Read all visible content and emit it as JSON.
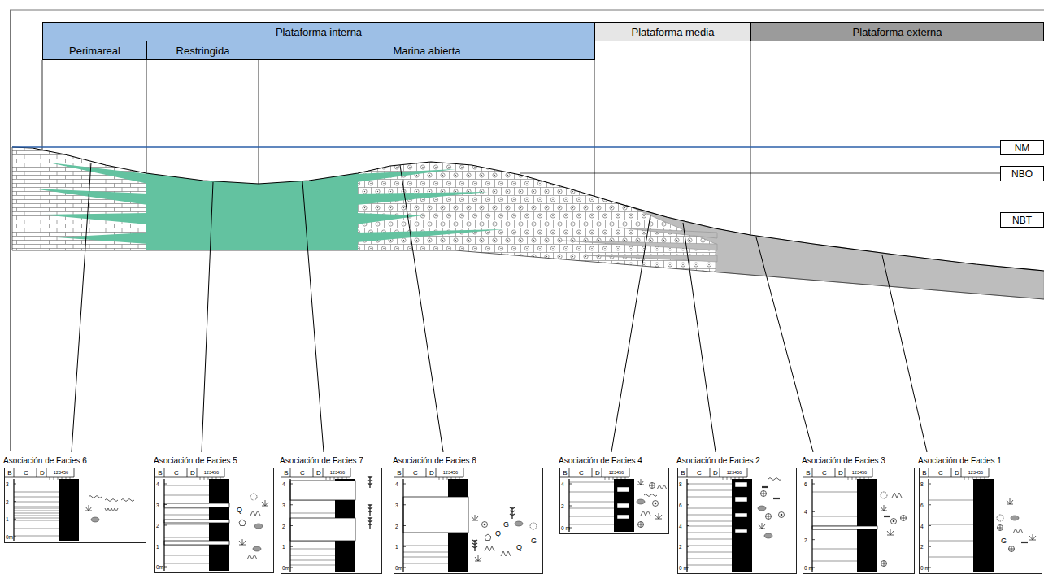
{
  "diagram": {
    "nodes": [
      {
        "text": [
          "Plataforma interna"
        ]
      },
      {
        "text": [
          "Perimareal"
        ]
      },
      {
        "text": [
          "Restringida"
        ]
      },
      {
        "text": [
          "Marina abierta"
        ]
      },
      {
        "text": [
          "Plataforma media"
        ]
      },
      {
        "text": [
          "Plataforma externa"
        ]
      },
      {
        "text": [
          "NM"
        ]
      },
      {
        "text": [
          "NBO"
        ]
      },
      {
        "text": [
          "NBT"
        ]
      },
      {
        "text": [
          "Asociación de Facies 6",
          "B",
          "C",
          "D",
          "123456",
          "3",
          "2",
          "1",
          "0m"
        ]
      },
      {
        "text": [
          "Asociación de Facies 5",
          "B",
          "C",
          "D",
          "123456",
          "4",
          "3",
          "2",
          "1",
          "0m",
          "Q"
        ]
      },
      {
        "text": [
          "Asociación de Facies 7",
          "B",
          "C",
          "D",
          "123456",
          "4",
          "3",
          "2",
          "1",
          "0m"
        ]
      },
      {
        "text": [
          "Asociación de Facies 8",
          "B",
          "C",
          "D",
          "123456",
          "4",
          "3",
          "2",
          "1",
          "0m",
          "G",
          "Q",
          "G",
          "Q"
        ]
      },
      {
        "text": [
          "Asociación de Facies 4",
          "B",
          "C",
          "D",
          "123456",
          "4",
          "2",
          "0 m"
        ]
      },
      {
        "text": [
          "Asociación de Facies 2",
          "B",
          "C",
          "D",
          "123456",
          "8",
          "6",
          "4",
          "2",
          "0 m"
        ]
      },
      {
        "text": [
          "Asociación de Facies 3",
          "B",
          "C",
          "D",
          "123456",
          "6",
          "4",
          "2",
          "0 m"
        ]
      },
      {
        "text": [
          "Asociación de Facies 1",
          "B",
          "C",
          "D",
          "123456",
          "8",
          "6",
          "4",
          "2",
          "0 m",
          "G"
        ]
      }
    ]
  }
}
